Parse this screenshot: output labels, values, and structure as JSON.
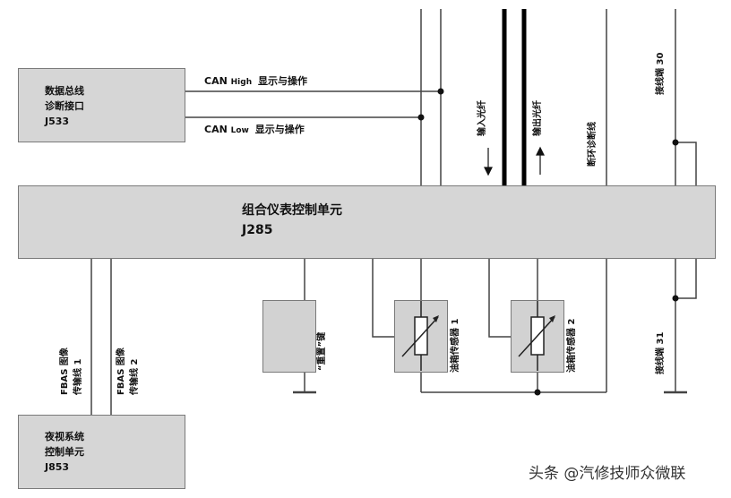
{
  "modules": {
    "j533": {
      "line1": "数据总线",
      "line2": "诊断接口",
      "code": "J533"
    },
    "j285": {
      "name": "组合仪表控制单元",
      "code": "J285"
    },
    "j853": {
      "line1": "夜视系统",
      "line2": "控制单元",
      "code": "J853"
    }
  },
  "can": {
    "high_prefix": "CAN",
    "high_suffix": "High",
    "high_text": "显示与操作",
    "low_prefix": "CAN",
    "low_suffix": "Low",
    "low_text": "显示与操作"
  },
  "vertical_labels": {
    "fiber_in": "输入光纤",
    "fiber_out": "输出光纤",
    "ring_break": "断环诊断线",
    "terminal_30": "接线端 30",
    "terminal_31": "接线端 31",
    "fbas1_a": "FBAS 图像",
    "fbas1_b": "传输线 1",
    "fbas2_a": "FBAS 图像",
    "fbas2_b": "传输线 2",
    "reset_key": "“重置”键",
    "tank_sensor_1": "油箱传感器 1",
    "tank_sensor_2": "油箱传感器 2"
  },
  "watermark": "头条 @汽修技师众微联",
  "colors": {
    "module_fill": "#d6d6d6",
    "module_border": "#7a7a7a",
    "line": "#444444"
  }
}
